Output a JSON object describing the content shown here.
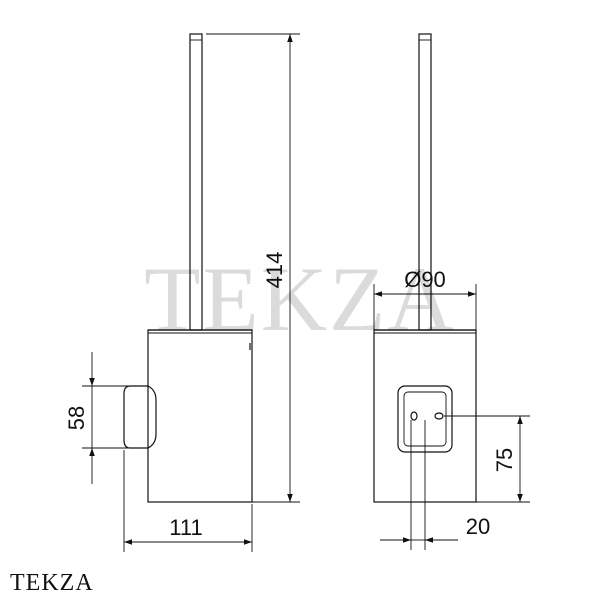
{
  "watermark": "TEKZA",
  "brand": "TEKZA",
  "dimensions": {
    "total_height": "414",
    "diameter": "Ø90",
    "handle_height": "58",
    "depth": "111",
    "mount_height": "75",
    "mount_offset": "20"
  },
  "colors": {
    "line": "#111111",
    "background": "#ffffff"
  }
}
